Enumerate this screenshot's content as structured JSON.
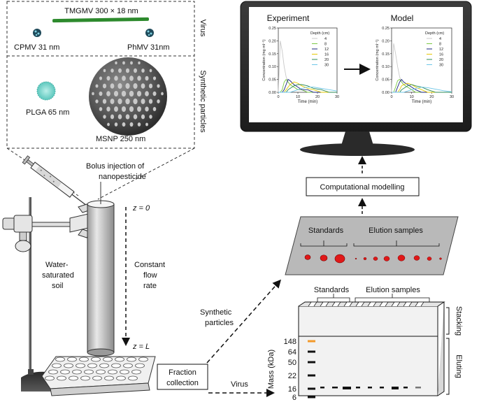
{
  "virus_panel": {
    "side_label": "Virus",
    "tmgmv_label": "TMGMV 300 × 18 nm",
    "cpmv_label": "CPMV 31 nm",
    "phmv_label": "PhMV 31nm"
  },
  "synthetic_panel": {
    "side_label": "Synthetic particles",
    "plga_label": "PLGA 65 nm",
    "msnp_label": "MSNP 250 nm"
  },
  "injection_label_1": "Bolus injection of",
  "injection_label_2": "nanopesticide",
  "column": {
    "z_top": "z = 0",
    "z_bottom": "z = L",
    "flow_1": "Constant",
    "flow_2": "flow",
    "flow_3": "rate",
    "soil_1": "Water-",
    "soil_2": "saturated",
    "soil_3": "soil"
  },
  "fraction_box": {
    "line1": "Fraction",
    "line2": "collection"
  },
  "arrow_labels": {
    "synthetic_1": "Synthetic",
    "synthetic_2": "particles",
    "virus": "Virus"
  },
  "modelling_box": "Computational modelling",
  "monitor": {
    "experiment_title": "Experiment",
    "model_title": "Model",
    "ylabel": "Concentration (mg ml⁻¹)",
    "xlabel": "Time (min)",
    "yticks": [
      "0.00",
      "0.05",
      "0.10",
      "0.15",
      "0.20",
      "0.25"
    ],
    "xticks": [
      "0",
      "10",
      "20",
      "30"
    ],
    "legend_title": "Depth (cm)",
    "legend": [
      "4",
      "8",
      "12",
      "16",
      "20",
      "30"
    ],
    "colors": [
      "#c8c8c8",
      "#7ac943",
      "#1a237e",
      "#e6c800",
      "#2e8b57",
      "#6ec6e8"
    ]
  },
  "plate": {
    "standards": "Standards",
    "elution": "Elution samples"
  },
  "gel": {
    "standards": "Standards",
    "elution": "Elution samples",
    "stacking": "Stacking",
    "eluting": "Eluting",
    "ylabel": "Mass (kDa)",
    "markers": [
      "148",
      "64",
      "50",
      "22",
      "16",
      "6"
    ],
    "marker_148_color": "#f39a2b"
  },
  "chart_data": [
    {
      "type": "line",
      "title": "Experiment",
      "xlabel": "Time (min)",
      "ylabel": "Concentration (mg ml⁻¹)",
      "xlim": [
        0,
        30
      ],
      "ylim": [
        0,
        0.25
      ],
      "legend_title": "Depth (cm)",
      "legend_position": "top-right",
      "x": [
        0,
        1,
        2,
        3,
        4,
        5,
        6,
        8,
        10,
        12,
        15,
        18,
        22,
        26,
        30
      ],
      "series": [
        {
          "name": "4",
          "values": [
            0.0,
            0.2,
            0.16,
            0.1,
            0.06,
            0.04,
            0.03,
            0.02,
            0.01,
            0.01,
            0.0,
            0.0,
            0.0,
            0.0,
            0.0
          ]
        },
        {
          "name": "8",
          "values": [
            0.0,
            0.0,
            0.01,
            0.04,
            0.05,
            0.04,
            0.03,
            0.02,
            0.01,
            0.01,
            0.0,
            0.0,
            0.0,
            0.0,
            0.0
          ]
        },
        {
          "name": "12",
          "values": [
            0.0,
            0.0,
            0.0,
            0.01,
            0.03,
            0.05,
            0.045,
            0.03,
            0.02,
            0.01,
            0.01,
            0.0,
            0.0,
            0.0,
            0.0
          ]
        },
        {
          "name": "16",
          "values": [
            0.0,
            0.0,
            0.0,
            0.0,
            0.01,
            0.02,
            0.03,
            0.04,
            0.035,
            0.025,
            0.015,
            0.01,
            0.0,
            0.0,
            0.0
          ]
        },
        {
          "name": "20",
          "values": [
            0.0,
            0.0,
            0.0,
            0.0,
            0.0,
            0.01,
            0.015,
            0.025,
            0.03,
            0.03,
            0.025,
            0.015,
            0.01,
            0.0,
            0.0
          ]
        },
        {
          "name": "30",
          "values": [
            0.0,
            0.0,
            0.0,
            0.0,
            0.0,
            0.0,
            0.0,
            0.005,
            0.01,
            0.015,
            0.02,
            0.02,
            0.015,
            0.01,
            0.005
          ]
        }
      ]
    },
    {
      "type": "line",
      "title": "Model",
      "xlabel": "Time (min)",
      "ylabel": "Concentration (mg ml⁻¹)",
      "xlim": [
        0,
        30
      ],
      "ylim": [
        0,
        0.25
      ],
      "legend_title": "Depth (cm)",
      "legend_position": "top-right",
      "x": [
        0,
        1,
        2,
        3,
        4,
        5,
        6,
        8,
        10,
        12,
        15,
        18,
        22,
        26,
        30
      ],
      "series": [
        {
          "name": "4",
          "values": [
            0.0,
            0.19,
            0.15,
            0.1,
            0.06,
            0.04,
            0.03,
            0.02,
            0.01,
            0.0,
            0.0,
            0.0,
            0.0,
            0.0,
            0.0
          ]
        },
        {
          "name": "8",
          "values": [
            0.0,
            0.0,
            0.02,
            0.045,
            0.05,
            0.04,
            0.03,
            0.02,
            0.01,
            0.0,
            0.0,
            0.0,
            0.0,
            0.0,
            0.0
          ]
        },
        {
          "name": "12",
          "values": [
            0.0,
            0.0,
            0.0,
            0.02,
            0.04,
            0.05,
            0.04,
            0.03,
            0.02,
            0.01,
            0.0,
            0.0,
            0.0,
            0.0,
            0.0
          ]
        },
        {
          "name": "16",
          "values": [
            0.0,
            0.0,
            0.0,
            0.0,
            0.01,
            0.025,
            0.03,
            0.035,
            0.03,
            0.02,
            0.01,
            0.0,
            0.0,
            0.0,
            0.0
          ]
        },
        {
          "name": "20",
          "values": [
            0.0,
            0.0,
            0.0,
            0.0,
            0.0,
            0.01,
            0.015,
            0.025,
            0.03,
            0.025,
            0.02,
            0.01,
            0.0,
            0.0,
            0.0
          ]
        },
        {
          "name": "30",
          "values": [
            0.0,
            0.0,
            0.0,
            0.0,
            0.0,
            0.0,
            0.0,
            0.005,
            0.01,
            0.015,
            0.02,
            0.018,
            0.012,
            0.006,
            0.002
          ]
        }
      ]
    }
  ]
}
